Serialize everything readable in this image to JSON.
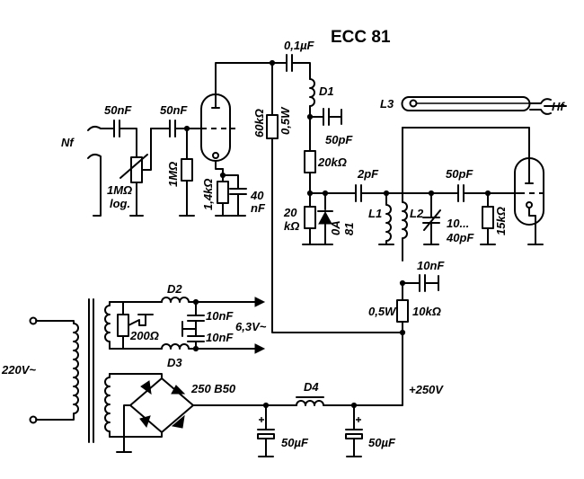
{
  "title": "ECC 81",
  "labels": {
    "nf": "Nf",
    "hf": "Hf",
    "c_50nf_in": "50nF",
    "c_50nf_grid": "50nF",
    "pot_1": "1MΩ",
    "pot_2": "log.",
    "r_1m": "1MΩ",
    "r_1k4": "1,4kΩ",
    "c_40nf_1": "40",
    "c_40nf_2": "nF",
    "r_60k": "60kΩ",
    "r_60k_w": "0,5W",
    "c_01uf": "0,1µF",
    "d1": "D1",
    "c_50pf_top": "50pF",
    "r_20k_ser": "20kΩ",
    "r_20k_sh_1": "20",
    "r_20k_sh_2": "kΩ",
    "oa81_1": "0A",
    "oa81_2": "81",
    "c_2pf": "2pF",
    "l1": "L1",
    "l2": "L2",
    "trim_1": "10...",
    "trim_2": "40pF",
    "c_50pf_out": "50pF",
    "r_15k": "15kΩ",
    "l3": "L3",
    "c_10nf_dec": "10nF",
    "r_10k_w": "0,5W",
    "r_10k": "10kΩ",
    "d2": "D2",
    "c_10nf_h1": "10nF",
    "c_10nf_h2": "10nF",
    "heater": "6,3V~",
    "r_200": "200Ω",
    "d3": "D3",
    "mains": "220V~",
    "bridge": "250 B50",
    "d4": "D4",
    "b_plus": "+250V",
    "c_50uf_1": "50µF",
    "c_50uf_2": "50µF"
  }
}
